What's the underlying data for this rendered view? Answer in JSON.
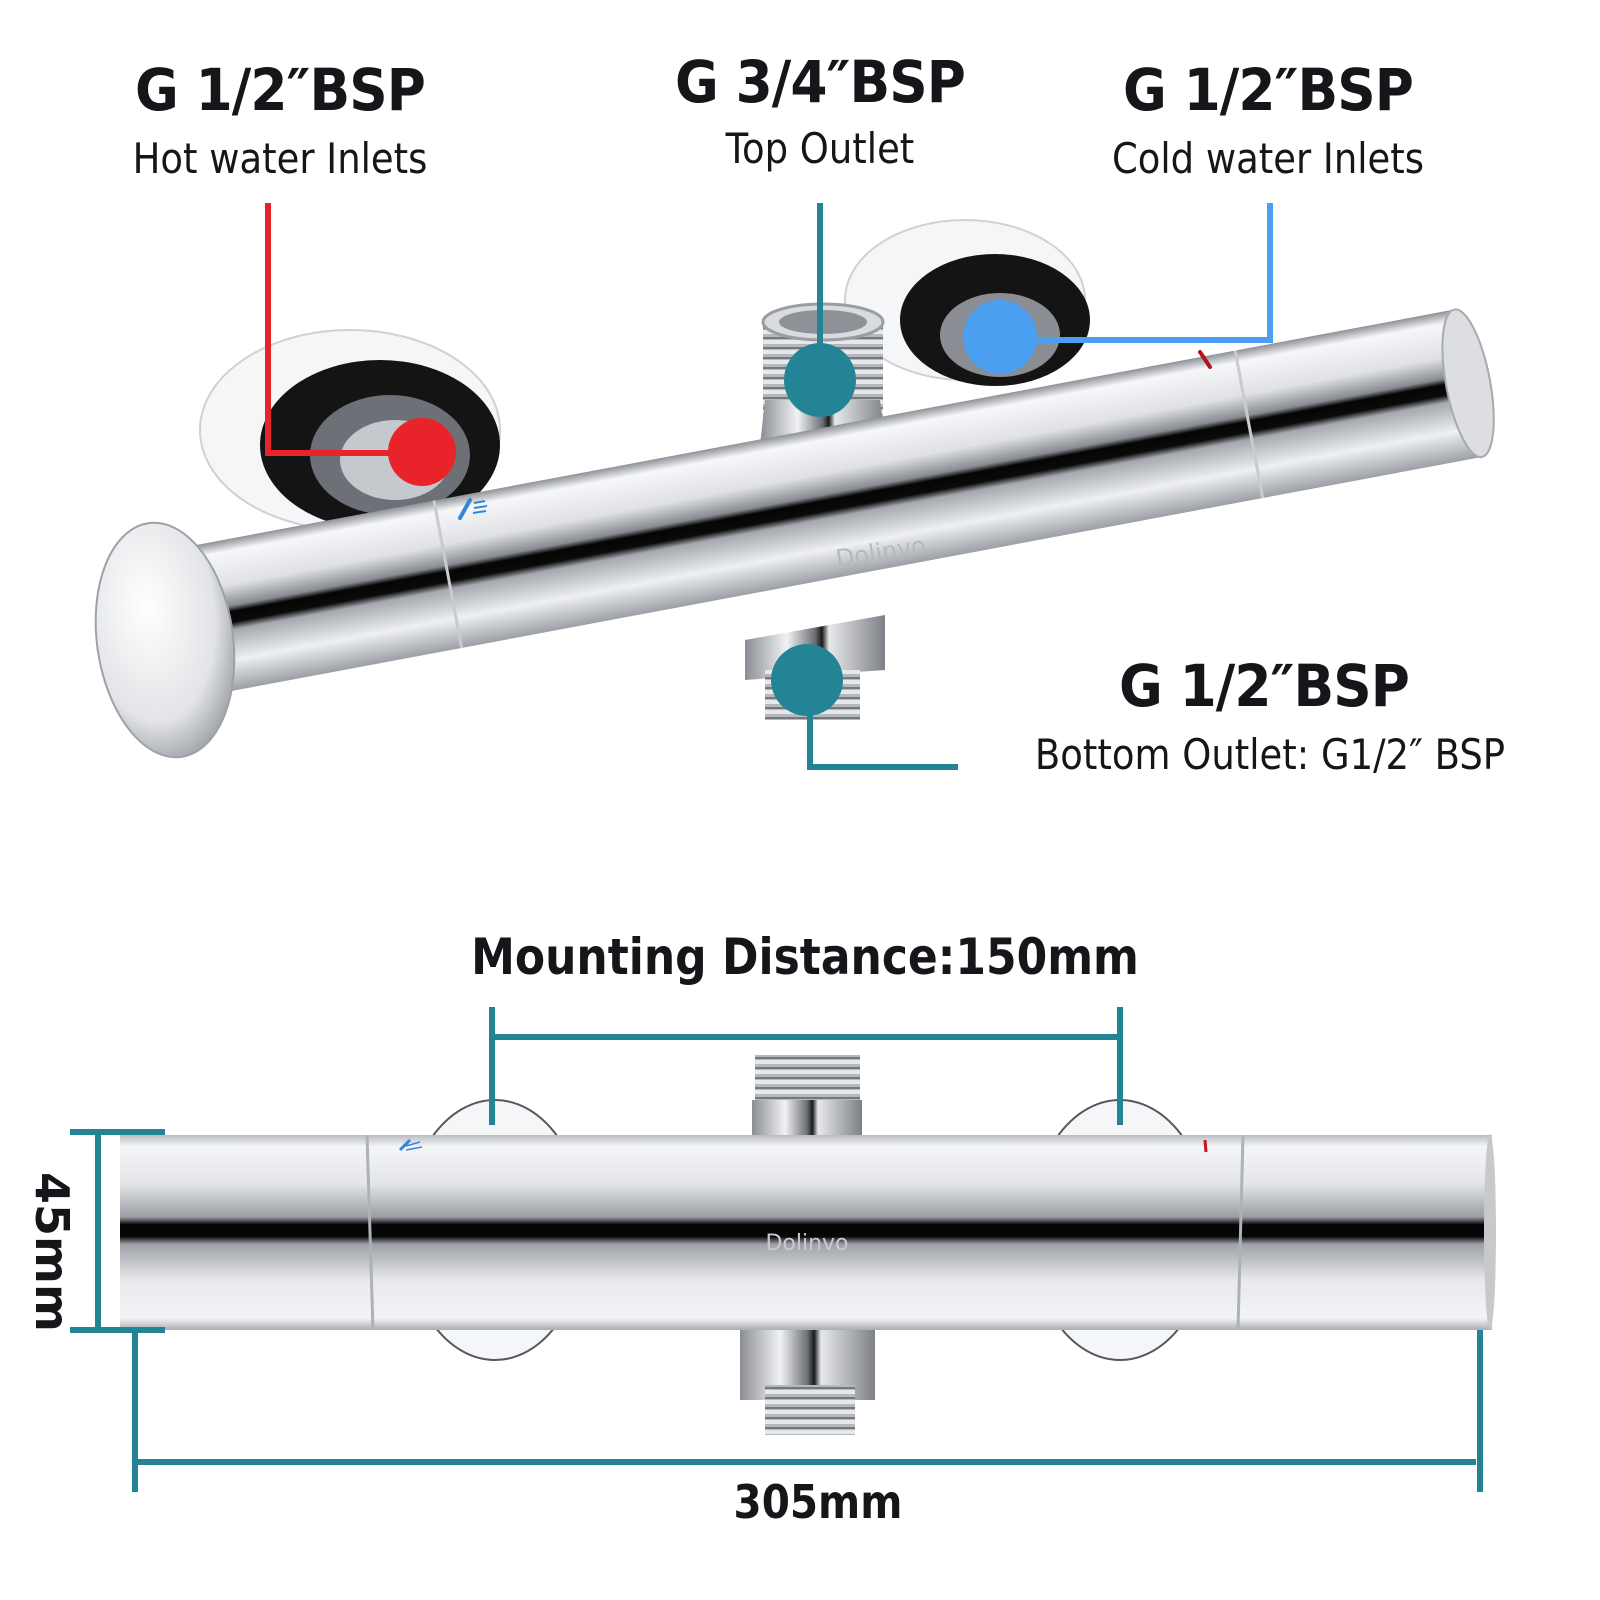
{
  "callouts": {
    "hot_inlet": {
      "spec": "G 1/2″BSP",
      "label": "Hot water Inlets",
      "color": "#e8232a"
    },
    "top_outlet": {
      "spec": "G 3/4″BSP",
      "label": "Top Outlet",
      "color": "#238496"
    },
    "cold_inlet": {
      "spec": "G 1/2″BSP",
      "label": "Cold water Inlets",
      "color": "#4a9ff0"
    },
    "bottom_outlet": {
      "spec": "G 1/2″BSP",
      "label": "Bottom Outlet: G1/2″ BSP",
      "color": "#238496"
    }
  },
  "dimensions": {
    "mounting_distance": "Mounting Distance:150mm",
    "height": "45mm",
    "length": "305mm",
    "line_color": "#238496"
  },
  "product": {
    "brand": "Dolinvo"
  }
}
